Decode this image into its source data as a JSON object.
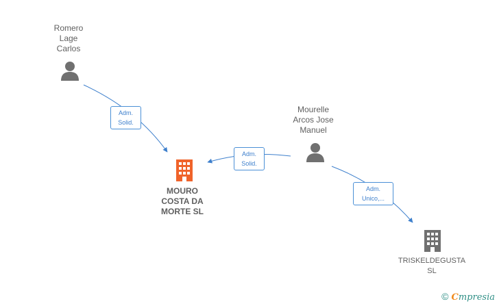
{
  "nodes": {
    "romero": {
      "label": "Romero\nLage\nCarlos",
      "type": "person"
    },
    "mourelle": {
      "label": "Mourelle\nArcos Jose\nManuel",
      "type": "person"
    },
    "mouro": {
      "label": "MOURO\nCOSTA DA\nMORTE  SL",
      "type": "company",
      "highlight": true
    },
    "triskel": {
      "label": "TRISKELDEGUSTA\nSL",
      "type": "company"
    }
  },
  "edges": {
    "romero_mouro": {
      "label": "Adm.\nSolid."
    },
    "mourelle_mouro": {
      "label": "Adm.\nSolid."
    },
    "mourelle_triskel": {
      "label": "Adm.\nUnico,..."
    }
  },
  "colors": {
    "edge": "#3d7fcc",
    "person_icon": "#707070",
    "company_highlight": "#f0632a",
    "company_default": "#707070"
  },
  "footer": {
    "copyright": "©",
    "brand_first": "C",
    "brand_rest": "mpresia"
  }
}
